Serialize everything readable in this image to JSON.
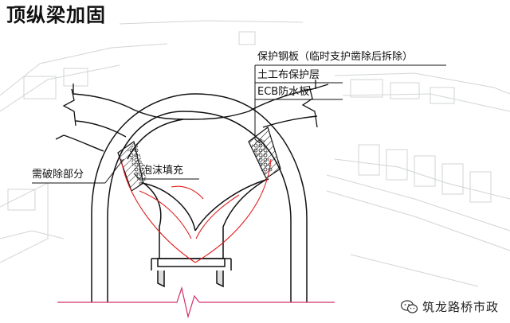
{
  "title": "顶纵梁加固",
  "labels": {
    "steel_plate": "保护钢板（临时支护凿除后拆除）",
    "geotextile": "土工布保护层",
    "ecb": "ECB防水板",
    "remove_part": "需破除部分",
    "foam_fill": "泡沫填充"
  },
  "watermark": "筑龙路桥市政",
  "icons": {
    "watermark_icon": "wechat-icon"
  },
  "colors": {
    "line": "#111111",
    "red_line": "#e02020",
    "ground_line": "#d0306a",
    "background_sketch": "#bfc4c8"
  }
}
